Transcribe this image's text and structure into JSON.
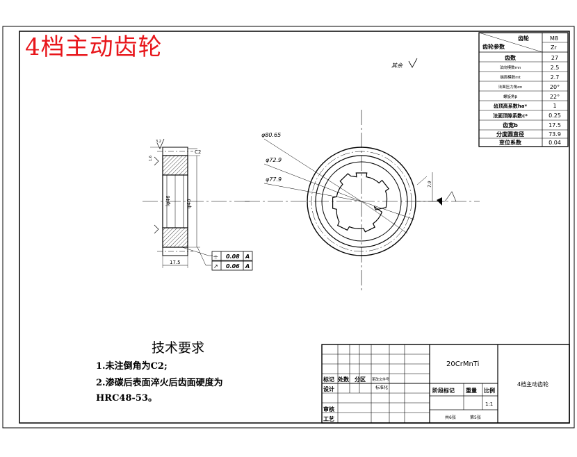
{
  "title": "4档主动齿轮",
  "gear_params": {
    "header_a": "齿轮",
    "header_b": "齿轮参数",
    "header_c": "M8",
    "header_d": "Zr",
    "rows": [
      {
        "label": "齿数",
        "value": "27"
      },
      {
        "label": "法向模数mn",
        "value": "2.5"
      },
      {
        "label": "端面模数mt",
        "value": "2.7"
      },
      {
        "label": "法面压力角αn",
        "value": "20°"
      },
      {
        "label": "螺旋角β",
        "value": "22°"
      },
      {
        "label": "齿顶高系数ha*",
        "value": "1"
      },
      {
        "label": "法面顶隙系数c*",
        "value": "0.25"
      },
      {
        "label": "齿宽b",
        "value": "17.5"
      },
      {
        "label": "分度圆直径",
        "value": "73.9"
      },
      {
        "label": "变位系数",
        "value": "0.04"
      }
    ]
  },
  "surface_note": "其余",
  "dimensions": {
    "d_outer": "φ80.65",
    "d_pitch": "φ72.9",
    "d_root": "φ77.9",
    "width": "17.5",
    "chamfer": "C2",
    "roughness_a": "3.2",
    "roughness_b": "1.6",
    "bore_a": "φ46",
    "bore_b": "φ40",
    "spline": "7.9"
  },
  "tolerance": [
    {
      "symbol": "⌯",
      "value": "0.08",
      "datum": "A"
    },
    {
      "symbol": "↗",
      "value": "0.06",
      "datum": "A"
    }
  ],
  "tech_requirements": {
    "heading": "技术要求",
    "lines": [
      "1.未注倒角为C2;",
      "2.渗碳后表面淬火后齿面硬度为",
      "HRC48-53。"
    ]
  },
  "title_block": {
    "material": "20CrMnTi",
    "part_name": "4档主动齿轮",
    "c_mark": "标记",
    "c_count": "处数",
    "c_zone": "分区",
    "c_doc": "更改文件号",
    "c_design": "设计",
    "c_std": "标准化",
    "c_review": "审核",
    "c_process": "工艺",
    "c_stage": "阶段标记",
    "c_weight": "重量",
    "c_scale": "比例",
    "scale": "1:1",
    "sheets": "共6张",
    "sheet_no": "第5张"
  }
}
